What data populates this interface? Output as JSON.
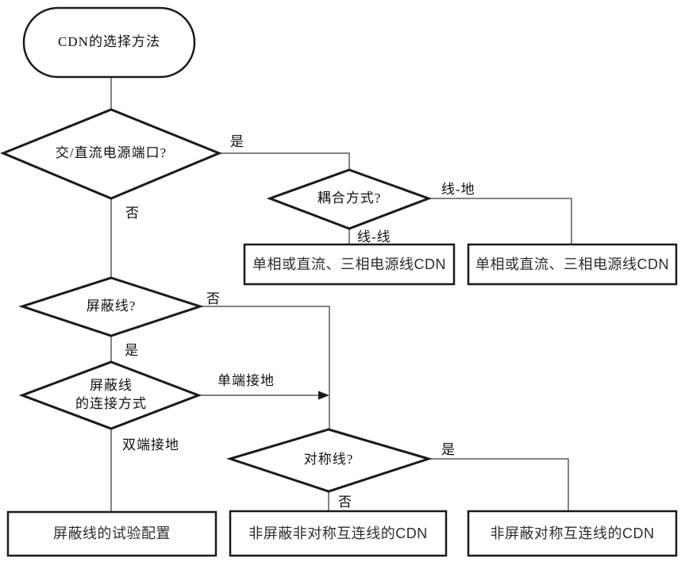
{
  "diagram": {
    "title": "CDN的选择方法",
    "type": "flowchart"
  },
  "nodes": {
    "start": {
      "label": "CDN的选择方法",
      "shape": "terminator"
    },
    "decision_power_port": {
      "label": "交/直流电源端口?",
      "shape": "decision"
    },
    "decision_coupling": {
      "label": "耦合方式?",
      "shape": "decision"
    },
    "box_power_cdn_left": {
      "label": "单相或直流、三相电源线CDN",
      "shape": "process"
    },
    "box_power_cdn_right": {
      "label": "单相或直流、三相电源线CDN",
      "shape": "process"
    },
    "decision_shielded": {
      "label": "屏蔽线?",
      "shape": "decision"
    },
    "decision_connection": {
      "label": "屏蔽线\n的连接方式",
      "shape": "decision"
    },
    "decision_symmetric": {
      "label": "对称线?",
      "shape": "decision"
    },
    "box_shielded_config": {
      "label": "屏蔽线的试验配置",
      "shape": "process"
    },
    "box_unshielded_asym": {
      "label": "非屏蔽非对称互连线的CDN",
      "shape": "process"
    },
    "box_unshielded_sym": {
      "label": "非屏蔽对称互连线的CDN",
      "shape": "process"
    }
  },
  "edge_labels": {
    "power_yes": "是",
    "power_no": "否",
    "coupling_line_ground": "线-地",
    "coupling_line_line": "线-线",
    "shielded_no": "否",
    "shielded_yes": "是",
    "connection_single_end": "单端接地",
    "connection_double_end": "双端接地",
    "symmetric_yes": "是",
    "symmetric_no": "否"
  },
  "colors": {
    "shape_stroke": "#1a1a1a",
    "connector": "#5a5a5a",
    "background": "#ffffff",
    "text": "#111111",
    "box_text": "#2e2e2e"
  }
}
